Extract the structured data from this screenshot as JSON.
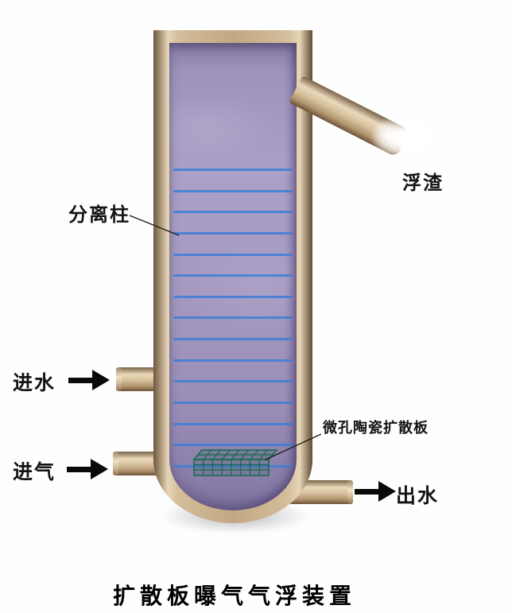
{
  "diagram": {
    "title": "扩散板曝气气浮装置",
    "tray_line_count": 15,
    "labels": {
      "separation_column": "分离柱",
      "scum": "浮渣",
      "water_inlet": "进水",
      "air_inlet": "进气",
      "water_outlet": "出水",
      "diffuser_plate": "微孔陶瓷扩散板"
    },
    "colors": {
      "pipe_tan": "#cdb593",
      "liquid_purple": "#a498c0",
      "tray_blue": "#3c7ed6",
      "diffuser_green": "#156a4e",
      "arrow_black": "#0a0a0a"
    }
  }
}
